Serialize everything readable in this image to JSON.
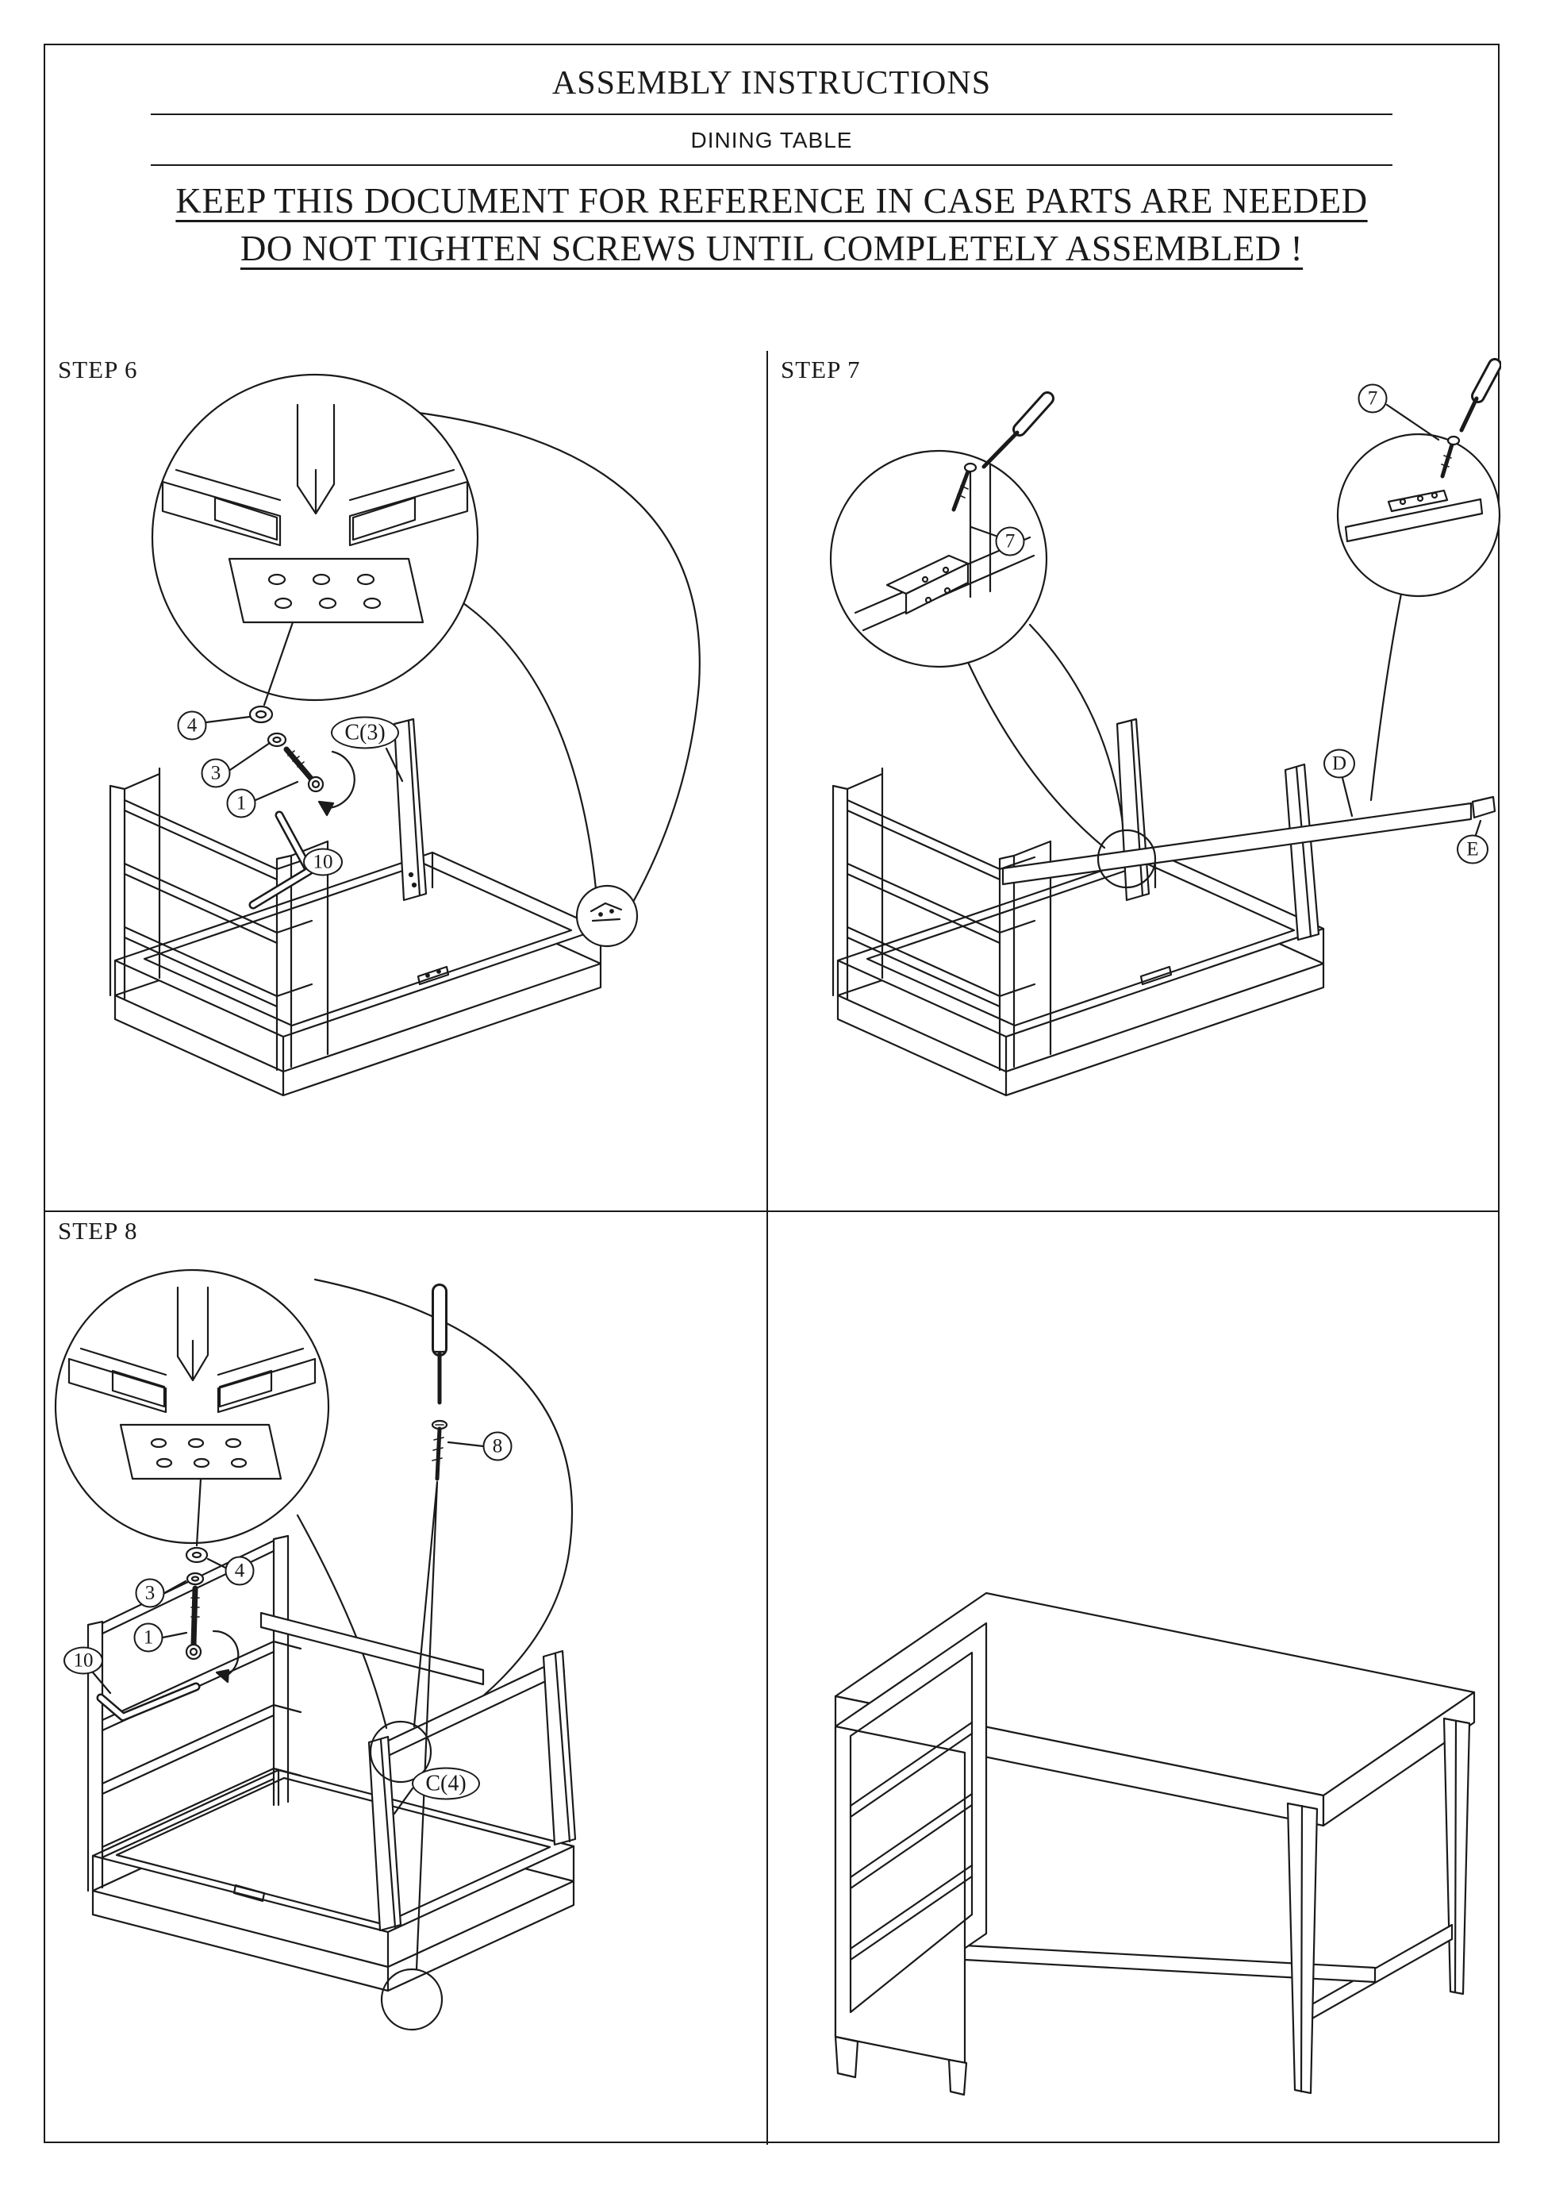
{
  "header": {
    "title": "ASSEMBLY INSTRUCTIONS",
    "subtitle": "DINING TABLE",
    "warning_line1": "KEEP THIS DOCUMENT FOR REFERENCE IN CASE PARTS ARE NEEDED",
    "warning_line2": "DO NOT TIGHTEN SCREWS UNTIL COMPLETELY ASSEMBLED !"
  },
  "step6": {
    "label": "STEP 6",
    "callout_4": "4",
    "callout_3": "3",
    "callout_1": "1",
    "callout_10": "10",
    "part_c3": "C(3)"
  },
  "step7": {
    "label": "STEP 7",
    "callout_7a": "7",
    "callout_7b": "7",
    "part_d": "D",
    "part_e": "E"
  },
  "step8": {
    "label": "STEP 8",
    "callout_3": "3",
    "callout_4": "4",
    "callout_1": "1",
    "callout_10": "10",
    "callout_8": "8",
    "part_c4": "C(4)"
  }
}
